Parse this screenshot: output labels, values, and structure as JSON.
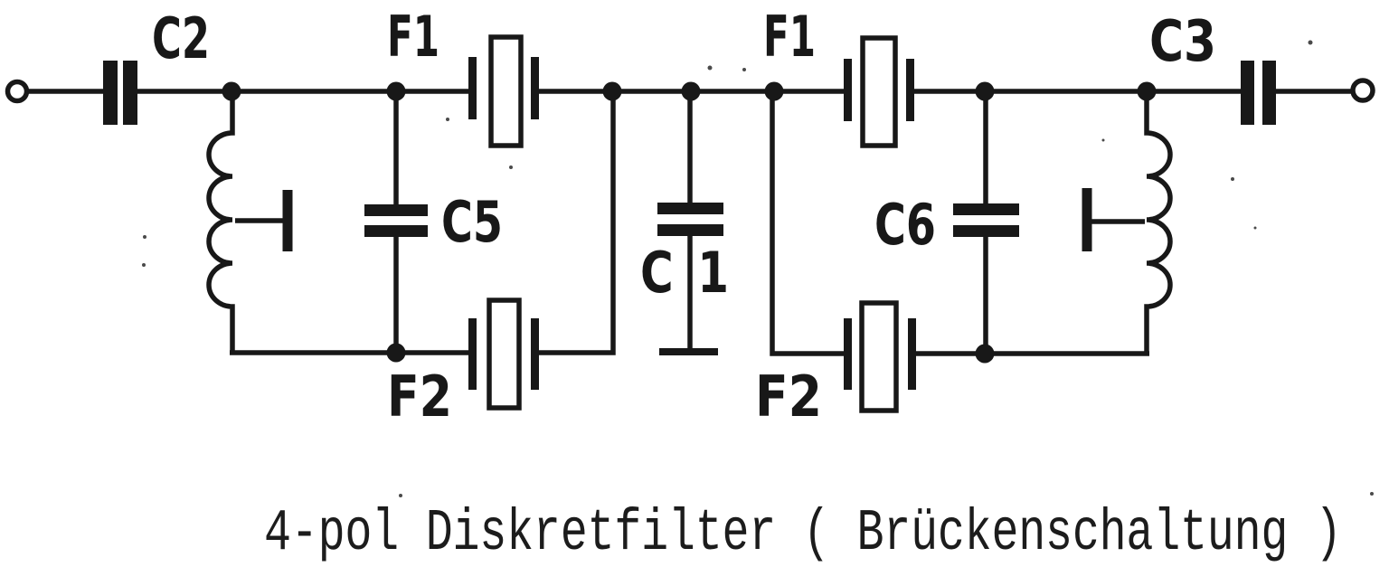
{
  "schematic": {
    "caption": "4-pol Diskretfilter ( Brückenschaltung )",
    "ink_color": "#181818",
    "paper_color": "#ffffff",
    "labels": {
      "c2": "C2",
      "f1_left": "F1",
      "c5": "C5",
      "f2_left": "F2",
      "c1": "C1",
      "f1_right": "F1",
      "c6": "C6",
      "f2_right": "F2",
      "c3": "C3"
    }
  }
}
